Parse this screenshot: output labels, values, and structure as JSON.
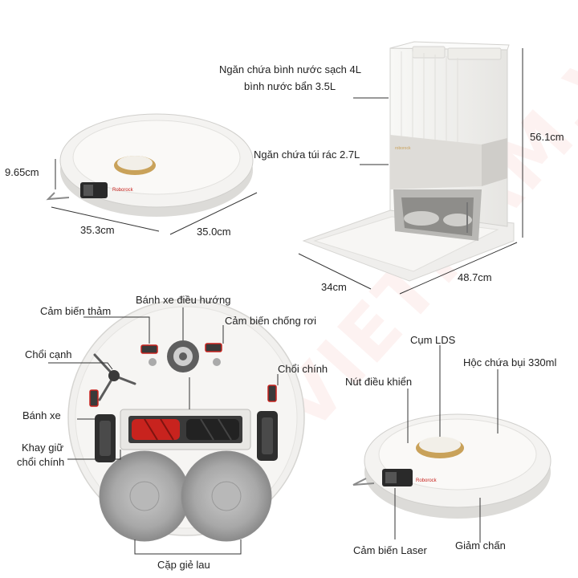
{
  "watermark": "VIETNAM.VN",
  "dims": {
    "robot_height": "9.65cm",
    "robot_depth": "35.3cm",
    "robot_width": "35.0cm",
    "station_height": "56.1cm",
    "station_depth": "34cm",
    "station_width": "48.7cm"
  },
  "station": {
    "clean_tank_line1": "Ngăn chứa bình nước sạch 4L",
    "clean_tank_line2": "bình nước bẩn 3.5L",
    "dust_bag": "Ngăn chứa túi rác 2.7L"
  },
  "bottom": {
    "steering_wheel": "Bánh xe điều hướng",
    "carpet_sensor": "Cảm biến thảm",
    "cliff_sensor": "Cảm biến chống rơi",
    "side_brush": "Chổi cạnh",
    "main_brush": "Chổi chính",
    "wheel": "Bánh xe",
    "brush_tray_line1": "Khay giữ",
    "brush_tray_line2": "chổi chính",
    "mop_pair": "Cặp giẻ lau"
  },
  "top": {
    "lds": "Cụm LDS",
    "control_button": "Nút điều khiển",
    "dust_bin": "Hộc chứa bụi 330ml",
    "laser_sensor": "Cảm biến Laser",
    "bumper": "Giảm chấn"
  },
  "colors": {
    "accent_red": "#c8231e",
    "gold": "#c9a25a",
    "body_white": "#f4f3f1",
    "line": "#333333"
  }
}
